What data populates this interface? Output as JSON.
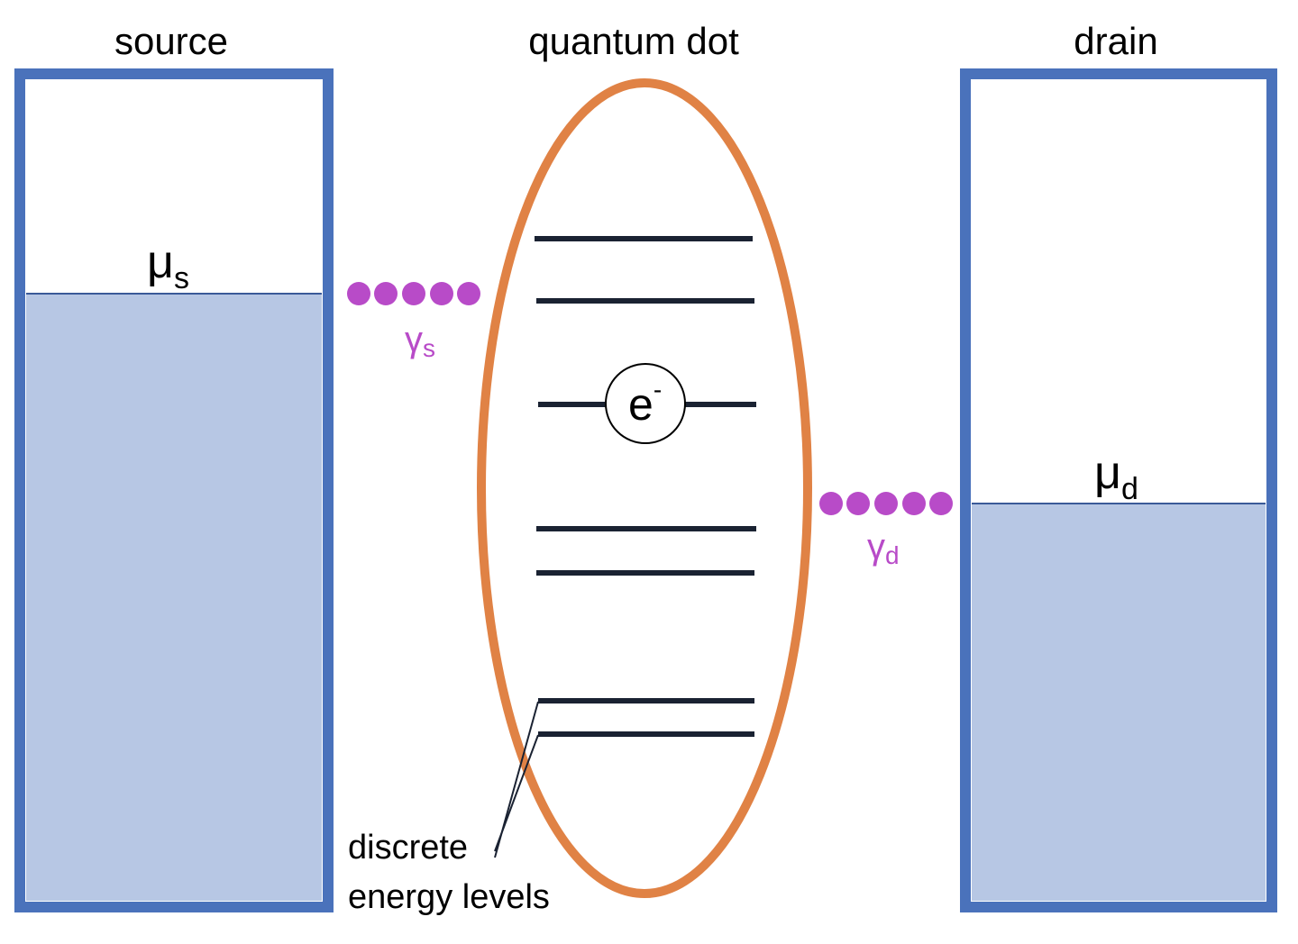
{
  "titles": {
    "source": "source",
    "dot": "quantum dot",
    "drain": "drain"
  },
  "source": {
    "mu_symbol": "μ",
    "mu_subscript": "s",
    "gamma_symbol": "γ",
    "gamma_subscript": "s",
    "fill_fraction": 0.74
  },
  "drain": {
    "mu_symbol": "μ",
    "mu_subscript": "d",
    "gamma_symbol": "γ",
    "gamma_subscript": "d",
    "fill_fraction": 0.48
  },
  "electron": {
    "symbol": "e",
    "superscript": "-"
  },
  "energy_levels_count": 7,
  "caption": {
    "line1": "discrete",
    "line2": "energy levels"
  },
  "colors": {
    "reservoir_border": "#4a72bb",
    "reservoir_fill": "#b7c7e4",
    "dot_outline": "#e08245",
    "coupling_dots": "#b84bc8",
    "level_line": "#1a2232"
  }
}
